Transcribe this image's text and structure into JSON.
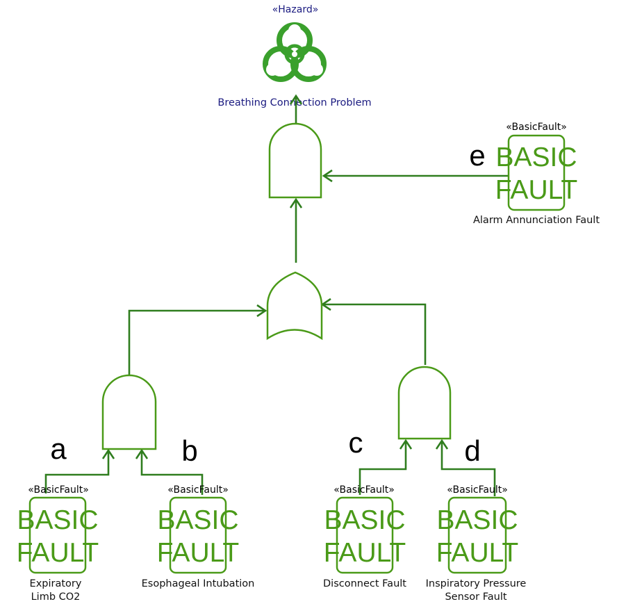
{
  "hazard": {
    "stereotype": "«Hazard»",
    "name": "Breathing Connection Problem",
    "icon": "biohazard-icon",
    "color": "#3aa02c"
  },
  "gates": {
    "top_and": {
      "type": "AND"
    },
    "or": {
      "type": "OR"
    },
    "left_and": {
      "type": "AND"
    },
    "right_and": {
      "type": "AND"
    }
  },
  "basic_faults": [
    {
      "id": "a",
      "letter": "a",
      "stereotype": "«BasicFault»",
      "line1": "BASIC",
      "line2": "FAULT",
      "name_lines": [
        "Expiratory",
        "Limb CO2"
      ]
    },
    {
      "id": "b",
      "letter": "b",
      "stereotype": "«BasicFault»",
      "line1": "BASIC",
      "line2": "FAULT",
      "name_lines": [
        "Esophageal Intubation"
      ]
    },
    {
      "id": "c",
      "letter": "c",
      "stereotype": "«BasicFault»",
      "line1": "BASIC",
      "line2": "FAULT",
      "name_lines": [
        "Disconnect Fault"
      ]
    },
    {
      "id": "d",
      "letter": "d",
      "stereotype": "«BasicFault»",
      "line1": "BASIC",
      "line2": "FAULT",
      "name_lines": [
        "Inspiratory Pressure",
        "Sensor Fault"
      ]
    },
    {
      "id": "e",
      "letter": "e",
      "stereotype": "«BasicFault»",
      "line1": "BASIC",
      "line2": "FAULT",
      "name_lines": [
        "Alarm Annunciation Fault"
      ]
    }
  ],
  "colors": {
    "gate_stroke": "#4a9a18",
    "connector": "#2f7d1e",
    "fault_text": "#4a9a18",
    "hazard_text": "#1a1a80"
  }
}
